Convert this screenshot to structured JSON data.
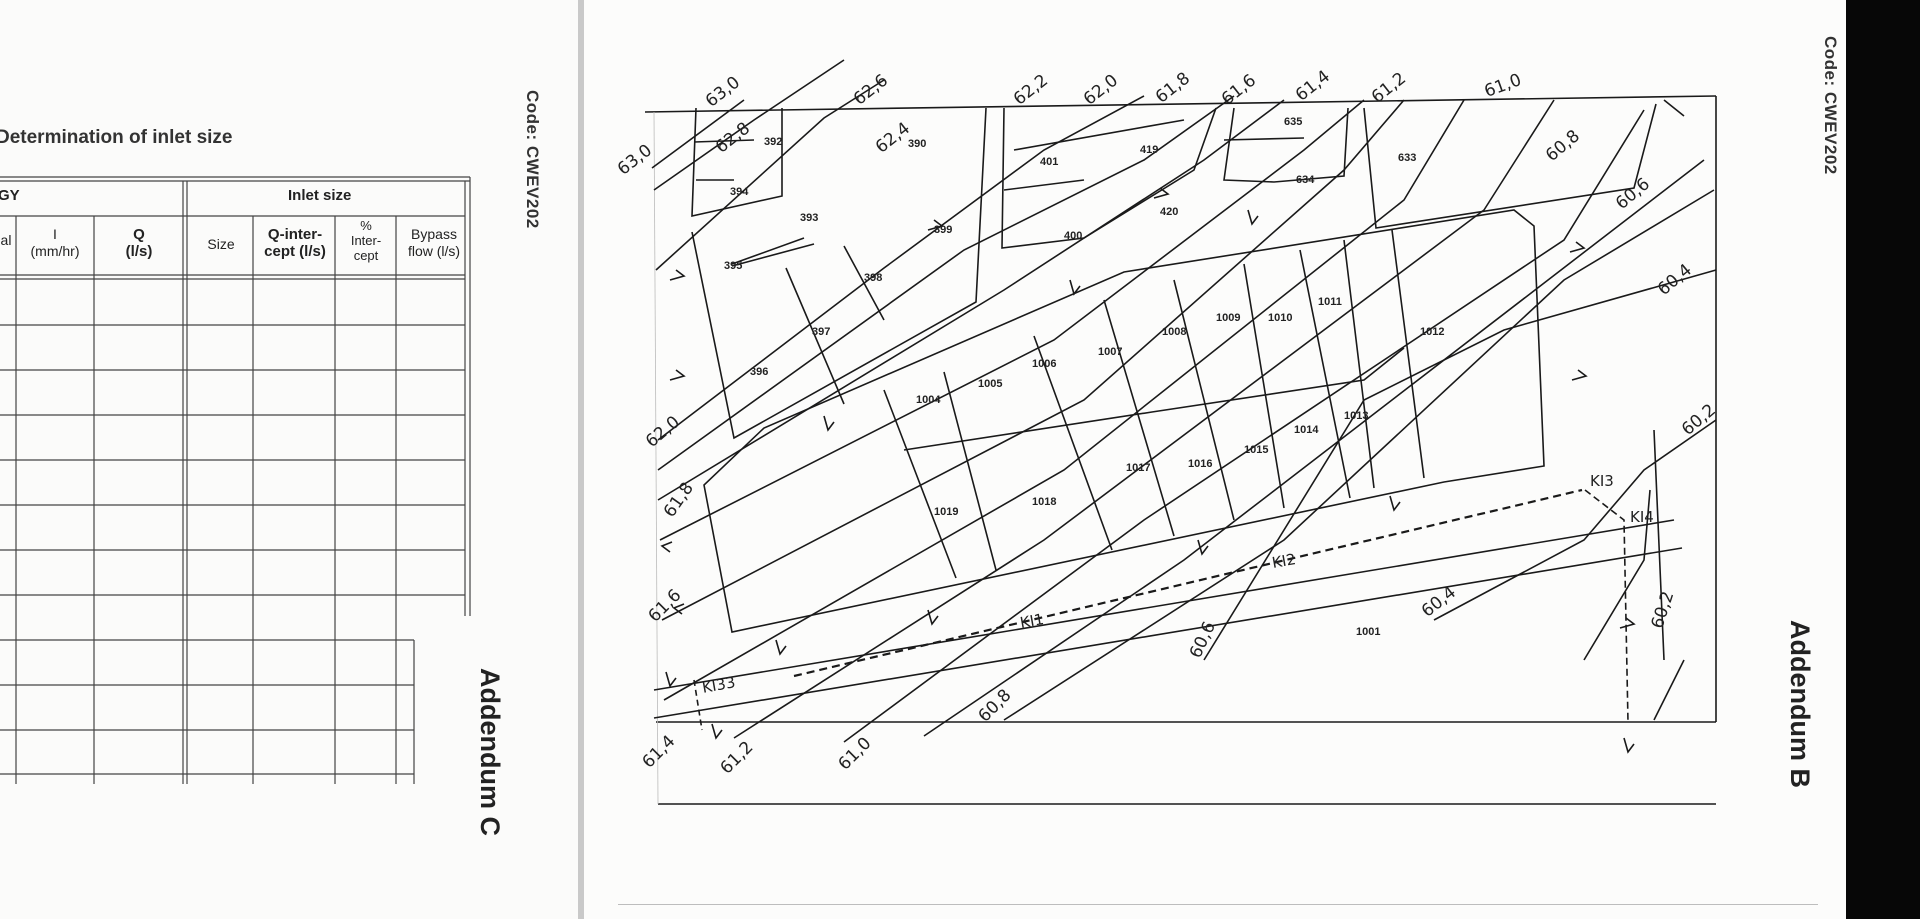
{
  "left_page": {
    "code_label": "Code: CWEV202",
    "section_title": "Determination of inlet size",
    "addendum": "Addendum C",
    "table": {
      "group_left": "GY",
      "group_right": "Inlet size",
      "columns": [
        {
          "line1": "al",
          "line2": ""
        },
        {
          "line1": "I",
          "line2": "(mm/hr)"
        },
        {
          "line1": "Q",
          "line2": "(l/s)"
        },
        {
          "line1": "Size",
          "line2": ""
        },
        {
          "line1": "Q-inter-",
          "line2": "cept (l/s)"
        },
        {
          "line1": "%",
          "line2": "Inter-",
          "line3": "cept"
        },
        {
          "line1": "Bypass",
          "line2": "flow (l/s)"
        }
      ],
      "rows": [
        [
          "",
          "",
          "",
          "",
          "",
          "",
          ""
        ],
        [
          "",
          "",
          "",
          "",
          "",
          "",
          ""
        ],
        [
          "",
          "",
          "",
          "",
          "",
          "",
          ""
        ],
        [
          "",
          "",
          "",
          "",
          "",
          "",
          ""
        ],
        [
          "",
          "",
          "",
          "",
          "",
          "",
          ""
        ],
        [
          "",
          "",
          "",
          "",
          "",
          "",
          ""
        ],
        [
          "",
          "",
          "",
          "",
          "",
          "",
          ""
        ],
        [
          "",
          "",
          "",
          "",
          "",
          "",
          ""
        ],
        [
          "",
          "",
          "",
          "",
          "",
          "",
          ""
        ],
        [
          "",
          "",
          "",
          "",
          "",
          "",
          ""
        ],
        [
          "",
          "",
          "",
          "",
          "",
          "",
          ""
        ]
      ]
    }
  },
  "right_page": {
    "code_label": "Code: CWEV202",
    "addendum": "Addendum B",
    "contour_labels": [
      "63,0",
      "62,6",
      "62,2",
      "62,0",
      "61,8",
      "61,6",
      "61,4",
      "61,2",
      "61,0",
      "63,0",
      "62,8",
      "62,4",
      "60,8",
      "60,6",
      "60,4",
      "60,2",
      "62,0",
      "61,8",
      "61,6",
      "61,4",
      "61,2",
      "61,0",
      "60,8",
      "60,6",
      "60,4",
      "60,2"
    ],
    "plot_numbers": [
      "392",
      "390",
      "394",
      "393",
      "395",
      "396",
      "397",
      "398",
      "399",
      "401",
      "400",
      "419",
      "420",
      "635",
      "634",
      "633",
      "1004",
      "1005",
      "1006",
      "1007",
      "1008",
      "1009",
      "1010",
      "1011",
      "1012",
      "1013",
      "1014",
      "1015",
      "1016",
      "1017",
      "1018",
      "1019",
      "1001"
    ],
    "inlet_labels": [
      "KI3",
      "KI4",
      "KI2",
      "KI1",
      "KI33"
    ]
  }
}
